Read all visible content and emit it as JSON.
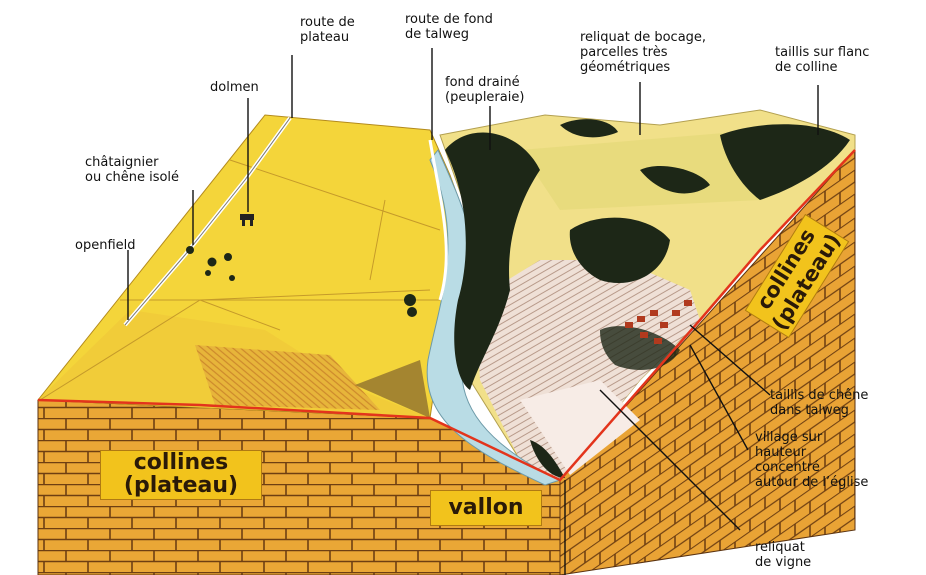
{
  "diagram": {
    "labels": {
      "route_plateau": "route de\nplateau",
      "route_talweg": "route de fond\nde talweg",
      "bocage": "reliquat de bocage,\nparcelles très\ngéométriques",
      "taillis_flanc": "taillis sur flanc\nde colline",
      "dolmen": "dolmen",
      "fond_draine": "fond drainé\n(peupleraie)",
      "chataignier": "châtaignier\nou chêne isolé",
      "openfield": "openfield",
      "taillis_talweg": "taillis de chêne\ndans talweg",
      "village": "village sur\nhauteur\nconcentré\nautour de l’église",
      "vigne": "reliquat\nde vigne"
    },
    "plaques": {
      "collines_left": "collines\n(plateau)",
      "vallon": "vallon",
      "collines_right": "collines\n(plateau)"
    },
    "colors": {
      "plateau": "#f4d53a",
      "slope_light": "#f1e089",
      "valley_floor": "#f2e6df",
      "water": "#b9dce5",
      "forest": "#1d2717",
      "masonry": "#eaa736",
      "mortar": "#6e3f12",
      "crest_line": "#e3341c"
    }
  }
}
